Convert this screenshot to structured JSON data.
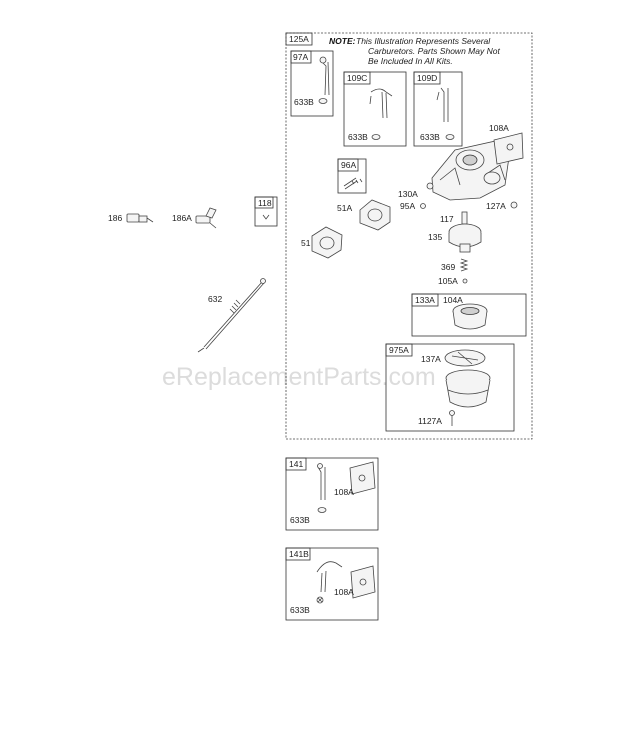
{
  "watermark": "eReplacementParts.com",
  "note": {
    "prefix": "NOTE:",
    "line1": "This Illustration Represents Several",
    "line2": "Carburetors. Parts Shown May Not",
    "line3": "Be Included In All Kits."
  },
  "boxes": {
    "b125A": "125A",
    "b97A": "97A",
    "b109C": "109C",
    "b109D": "109D",
    "b96A": "96A",
    "b118": "118",
    "b133A": "133A",
    "b975A": "975A",
    "b141": "141",
    "b141B": "141B"
  },
  "parts": {
    "p186": "186",
    "p186A": "186A",
    "p632": "632",
    "p633B_97A": "633B",
    "p633B_109C": "633B",
    "p633B_109D": "633B",
    "p108A": "108A",
    "p130A": "130A",
    "p95A": "95A",
    "p127A": "127A",
    "p51A": "51A",
    "p51": "51",
    "p117": "117",
    "p135": "135",
    "p369": "369",
    "p105A": "105A",
    "p104A": "104A",
    "p137A": "137A",
    "p1127A": "1127A",
    "p108A_141": "108A",
    "p633B_141": "633B",
    "p108A_141B": "108A",
    "p633B_141B": "633B"
  },
  "icons": [
    "carburetor",
    "fuel-fitting",
    "elbow-fitting",
    "throttle-link",
    "choke-link",
    "gasket",
    "float-bowl",
    "float",
    "needle",
    "spring",
    "filter-cup",
    "screen"
  ]
}
